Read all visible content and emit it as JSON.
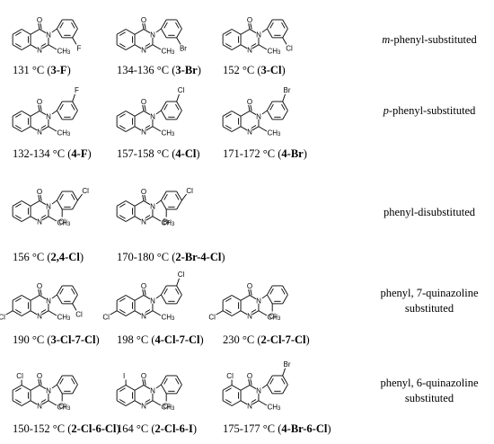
{
  "compounds": [
    {
      "mp": "131 °C",
      "code": "3-F",
      "aryl_subs": [
        {
          "pos": "meta",
          "label": "F"
        }
      ],
      "ring_sub": null
    },
    {
      "mp": "134-136 °C",
      "code": "3-Br",
      "aryl_subs": [
        {
          "pos": "meta",
          "label": "Br"
        }
      ],
      "ring_sub": null
    },
    {
      "mp": "152 °C",
      "code": "3-Cl",
      "aryl_subs": [
        {
          "pos": "meta",
          "label": "Cl"
        }
      ],
      "ring_sub": null
    },
    {
      "mp": "132-134 °C",
      "code": "4-F",
      "aryl_subs": [
        {
          "pos": "para",
          "label": "F"
        }
      ],
      "ring_sub": null
    },
    {
      "mp": "157-158 °C",
      "code": "4-Cl",
      "aryl_subs": [
        {
          "pos": "para",
          "label": "Cl"
        }
      ],
      "ring_sub": null
    },
    {
      "mp": "171-172 °C",
      "code": "4-Br",
      "aryl_subs": [
        {
          "pos": "para",
          "label": "Br"
        }
      ],
      "ring_sub": null
    },
    {
      "mp": "156 °C",
      "code": "2,4-Cl",
      "aryl_subs": [
        {
          "pos": "ortho",
          "label": "Cl"
        },
        {
          "pos": "para",
          "label": "Cl"
        }
      ],
      "ring_sub": null
    },
    {
      "mp": "170-180 °C",
      "code": "2-Br-4-Cl",
      "aryl_subs": [
        {
          "pos": "ortho",
          "label": "Br"
        },
        {
          "pos": "para",
          "label": "Cl"
        }
      ],
      "ring_sub": null
    },
    {
      "mp": "190 °C",
      "code": "3-Cl-7-Cl",
      "aryl_subs": [
        {
          "pos": "meta",
          "label": "Cl"
        }
      ],
      "ring_sub": {
        "pos": "7",
        "label": "Cl"
      }
    },
    {
      "mp": "198 °C",
      "code": "4-Cl-7-Cl",
      "aryl_subs": [
        {
          "pos": "para",
          "label": "Cl"
        }
      ],
      "ring_sub": {
        "pos": "7",
        "label": "Cl"
      }
    },
    {
      "mp": "230 °C",
      "code": "2-Cl-7-Cl",
      "aryl_subs": [
        {
          "pos": "ortho",
          "label": "Cl"
        }
      ],
      "ring_sub": {
        "pos": "7",
        "label": "Cl"
      }
    },
    {
      "mp": "150-152 °C",
      "code": "2-Cl-6-Cl",
      "aryl_subs": [
        {
          "pos": "ortho",
          "label": "Cl"
        }
      ],
      "ring_sub": {
        "pos": "6",
        "label": "Cl"
      }
    },
    {
      "mp": "164 °C",
      "code": "2-Cl-6-I",
      "aryl_subs": [
        {
          "pos": "ortho",
          "label": "Cl"
        }
      ],
      "ring_sub": {
        "pos": "6",
        "label": "I"
      }
    },
    {
      "mp": "175-177 °C",
      "code": "4-Br-6-Cl",
      "aryl_subs": [
        {
          "pos": "para",
          "label": "Br"
        }
      ],
      "ring_sub": {
        "pos": "6",
        "label": "Cl"
      }
    }
  ],
  "row_labels": [
    {
      "prefix": "m",
      "rest": "-phenyl-substituted"
    },
    {
      "prefix": "p",
      "rest": "-phenyl-substituted"
    },
    {
      "prefix": "",
      "rest": "phenyl-disubstituted"
    },
    {
      "prefix": "",
      "rest": "phenyl, 7-quinazoline",
      "line2": "substituted"
    },
    {
      "prefix": "",
      "rest": "phenyl, 6-quinazoline",
      "line2": "substituted"
    }
  ],
  "atoms": {
    "oxygen": "O",
    "nitrogen": "N",
    "methyl": "CH",
    "methyl_sub": "3"
  }
}
